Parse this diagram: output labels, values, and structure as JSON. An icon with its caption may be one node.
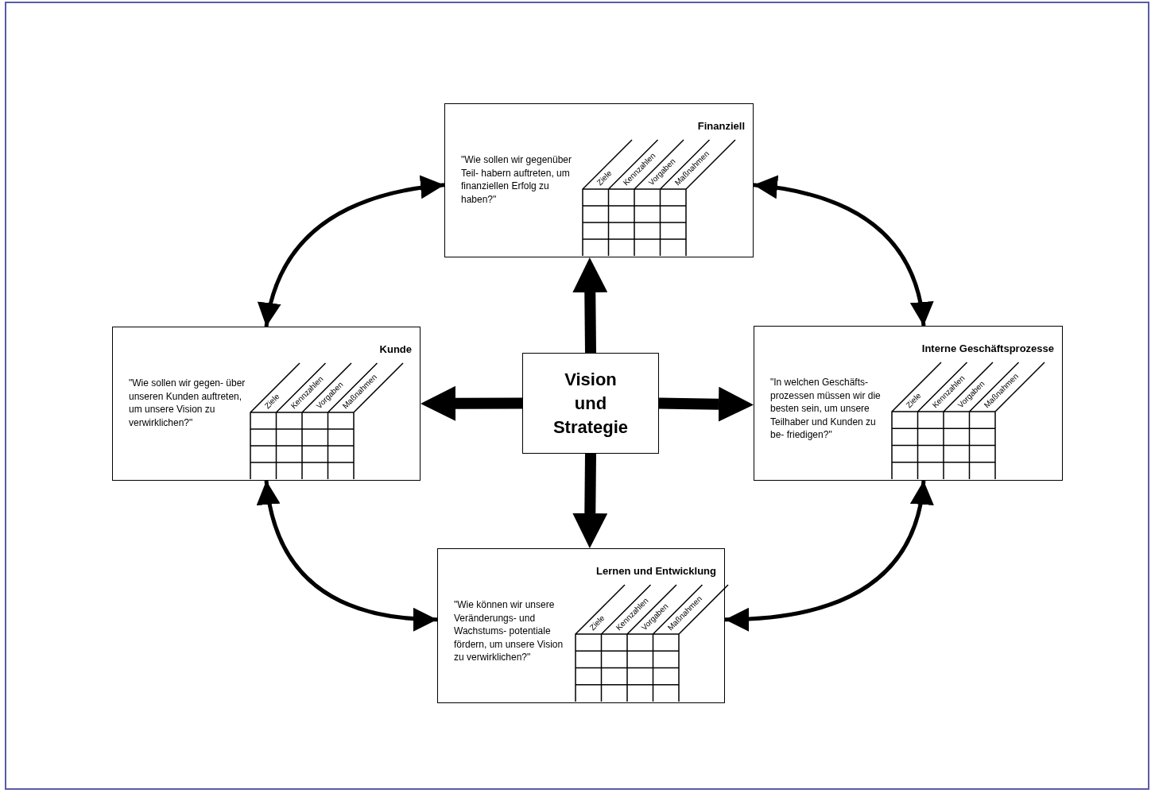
{
  "diagram": {
    "nodes": [
      {
        "text": [
          "Finanziell",
          "\"Wie sollen wir gegenüber Teil- habern auftreten, um finanziellen Erfolg zu haben?\"",
          "Ziele",
          "Kennzahlen",
          "Vorgaben",
          "Maßnahmen"
        ]
      },
      {
        "text": [
          "Kunde",
          "\"Wie sollen wir gegen- über unseren Kunden auftreten, um unsere Vision zu verwirklichen?\"",
          "Ziele",
          "Kennzahlen",
          "Vorgaben",
          "Maßnahmen"
        ]
      },
      {
        "text": [
          "Vision und Strategie"
        ]
      },
      {
        "text": [
          "Interne Geschäftsprozesse",
          "\"In welchen Geschäfts- prozessen müssen wir die besten sein, um unsere Teilhaber und Kunden zu be- friedigen?\"",
          "Ziele",
          "Kennzahlen",
          "Vorgaben",
          "Maßnahmen"
        ]
      },
      {
        "text": [
          "Lernen und Entwicklung",
          "\"Wie können wir unsere Veränderungs- und Wachstums- potentiale fördern, um unsere Vision zu verwirklichen?\"",
          "Ziele",
          "Kennzahlen",
          "Vorgaben",
          "Maßnahmen"
        ]
      }
    ],
    "edges": [
      {
        "from": 2,
        "to": 0,
        "arrow": "to",
        "style": "thick"
      },
      {
        "from": 2,
        "to": 1,
        "arrow": "to",
        "style": "thick"
      },
      {
        "from": 2,
        "to": 3,
        "arrow": "to",
        "style": "thick"
      },
      {
        "from": 2,
        "to": 4,
        "arrow": "to",
        "style": "thick"
      },
      {
        "from": 0,
        "to": 1,
        "arrow": "both"
      },
      {
        "from": 0,
        "to": 3,
        "arrow": "both"
      },
      {
        "from": 1,
        "to": 4,
        "arrow": "both"
      },
      {
        "from": 3,
        "to": 4,
        "arrow": "both"
      }
    ]
  }
}
